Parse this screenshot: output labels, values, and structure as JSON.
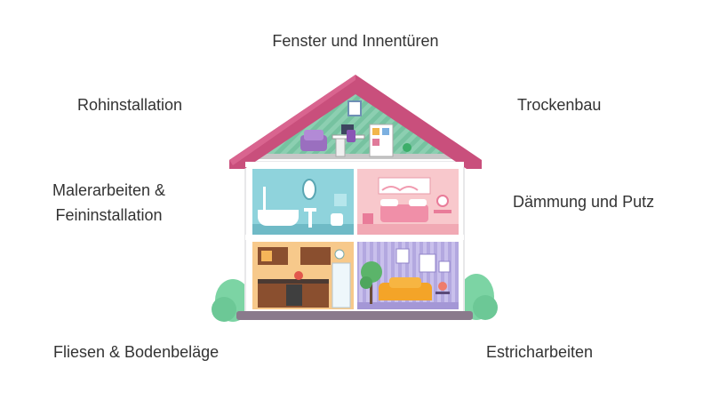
{
  "labels": {
    "top": "Fenster und Innentüren",
    "left_upper": "Rohinstallation",
    "right_upper": "Trockenbau",
    "left_middle_line1": "Malerarbeiten &",
    "left_middle_line2": "Feininstallation",
    "right_middle": "Dämmung und Putz",
    "left_bottom": "Fliesen & Bodenbeläge",
    "right_bottom": "Estricharbeiten"
  },
  "colors": {
    "roof": "#c94f7c",
    "attic_wall": "#7cc4a4",
    "bathroom_wall": "#8fd3dc",
    "bedroom_wall": "#f8c8cc",
    "kitchen_wall": "#f7c98b",
    "living_wall": "#bfb6e6",
    "bush": "#7cd4a4",
    "floor_base": "#8a7a8c"
  }
}
